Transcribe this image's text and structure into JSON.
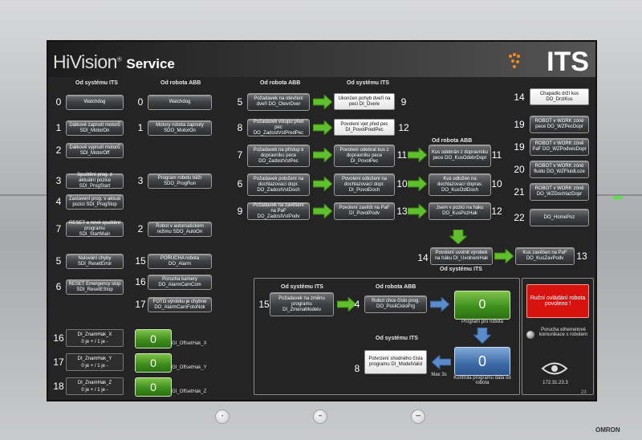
{
  "header": {
    "brand": "HiVision",
    "brand_sup": "®",
    "service": "Service",
    "logo": "ITS"
  },
  "col_headers": {
    "from_its_1": "Od systému ITS",
    "from_abb_1": "Od robota ABB",
    "from_abb_2": "Od robota ABB",
    "from_its_2": "Od systému ITS",
    "from_abb_3": "Od robota ABB",
    "from_its_3": "Od systému ITS"
  },
  "left_its": [
    {
      "num": "0",
      "label": "Watchdog"
    },
    {
      "num": "1",
      "label": "Dálkové zapnutí motorů SDI_MotorOn"
    },
    {
      "num": "2",
      "label": "Dálkové vypnutí motorů SDI_MotorOff"
    },
    {
      "num": "3",
      "label": "Spuštění prog. z aktuální pozice SDI_ProgStart"
    },
    {
      "num": "4",
      "label": "Zastavení prog. v aktuál pozici SDI_ProgStop"
    },
    {
      "num": "7",
      "label": "RESET a nové spuštění programu SDI_StartMain"
    },
    {
      "num": "5",
      "label": "Nulování chyby SDI_ResetError"
    },
    {
      "num": "6",
      "label": "RESET Emergency stop SDI_ResetEStop"
    }
  ],
  "left_abb": [
    {
      "num": "0",
      "label": "Watchdog"
    },
    {
      "num": "1",
      "label": "Motory robota zapnuty SDO_MotorOn"
    },
    {
      "num": "3",
      "label": "Program robotu běží SDO_ProgRun"
    },
    {
      "num": "2",
      "label": "Robot v automatickém režimu SDO_AutoOn"
    },
    {
      "num": "15",
      "label": "PORUCHA robota DO_Alarm"
    },
    {
      "num": "16",
      "label": "Porucha kamery DO_AlarmCamCom"
    },
    {
      "num": "17",
      "label": "FOTO výrobku je chybné DO_AlarmCamFotoNok"
    }
  ],
  "mid_rows": [
    {
      "num_l": "5",
      "label_l": "Požadavek na otevření dveří DO_OtevrDver",
      "label_r": "Ukončen pohyb dveří na peci DI_Dvere",
      "num_r": "9"
    },
    {
      "num_l": "8",
      "label_l": "Požadavek vstupu před pec DO_ZadostVstPredPec",
      "label_r": "Povolení vjet před pec DI_PovolPredPec",
      "num_r": "12"
    },
    {
      "num_l": "7",
      "label_l": "Požadavek na přístup k dopravníku pece DO_ZadostVstPec",
      "label_r": "Povolení odebrat kus z dopravníku pece DI_PovolPec",
      "num_r": "11"
    },
    {
      "num_l": "6",
      "label_l": "Požadavek položení na dochlazovací dopr. DO_ZadostVstDoch",
      "label_r": "Povolení odložení na dochlazovací dopr. DI_PovolDoch",
      "num_r": "10"
    },
    {
      "num_l": "9",
      "label_l": "Požadavek na zavěšení na PaF DO_ZadostVstPodv",
      "label_r": "Povolení zavěšt na PaF DI_PovolPodv",
      "num_r": "13"
    }
  ],
  "abb_right": [
    {
      "num_l": "11",
      "label": "Kus odebrán z dopravníku pece DO_KusOdebrDopr",
      "num_r": "11"
    },
    {
      "num_l": "10",
      "label": "Kus odložen na dochlazovací doprav. DO_KusOdlDoch",
      "num_r": "10"
    },
    {
      "num_l": "13",
      "label": "Jsem v pozici na háku DO_KusPozHak",
      "num_r": "12"
    }
  ],
  "hook": {
    "num_l": "14",
    "label": "Povolení uvolnit výrobek na háku DI_UvolneniHak",
    "sub": "Od systému ITS",
    "right_label": "Kus zavěšen na PaF DO_KusZavPodv",
    "num_r": "13"
  },
  "far_right": [
    {
      "num": "14",
      "label": "Chapadlo drží kus DO_DrziKus"
    },
    {
      "num": "19",
      "label": "ROBOT v WORK zóně pece DO_WZPecDopr"
    },
    {
      "num": "19",
      "label": "ROBOT v WORK zóně PaF DO_WZPodvesDopr"
    },
    {
      "num": "20",
      "label": "ROBOT v WORK zóně fluidu DO_WZFluidLoze"
    },
    {
      "num": "21",
      "label": "ROBOT v WORK zóně DO_WZDochlazDopr"
    },
    {
      "num": "22",
      "label": "DO_HomePoz"
    }
  ],
  "program_panel": {
    "h_its": "Od systému ITS",
    "h_abb": "Od robota ABB",
    "h_its2": "Od systému ITS",
    "num_req": "15",
    "req_label": "Požadavek na změnu programu DI_ZmenaModelu",
    "num_want": "4",
    "want_label": "Robot chce číslo prog. DO_PosliCisloPrg",
    "prog_value": "0",
    "prog_caption": "Program pro robota",
    "num_conf": "8",
    "conf_label": "Potvrzení shodného čísla programu DI_ModelValid",
    "check_value": "0",
    "check_caption": "Kontrola programu data od robota",
    "max_label": "Max 3s"
  },
  "manual": {
    "label": "Ruční ovládání robota povoleno !",
    "eth": "Porucha ethernetové komunikace s robotem",
    "ip": "172.31.23.3"
  },
  "offsets": [
    {
      "num": "16",
      "name": "DI_ZnamHak_X",
      "text": "0 je + / 1 je -",
      "value": "0",
      "label": "GI_OffsetHak_X"
    },
    {
      "num": "17",
      "name": "DI_ZnamHak_Y",
      "text": "0 je + / 1 je -",
      "value": "0",
      "label": "GI_OffsetHak_Y"
    },
    {
      "num": "18",
      "name": "DI_ZnamHak_Z",
      "text": "0 je + / 1 je -",
      "value": "0",
      "label": "GI_OffsetHak_Z"
    }
  ],
  "footer": {
    "page": "23",
    "omron": "OMRON",
    "nav1": "•",
    "nav2": "••",
    "nav3": "•••"
  },
  "colors": {
    "green": "#3b8c1b",
    "blue": "#3c6aa6",
    "red": "#d8120f",
    "orange": "#f08a1c"
  }
}
